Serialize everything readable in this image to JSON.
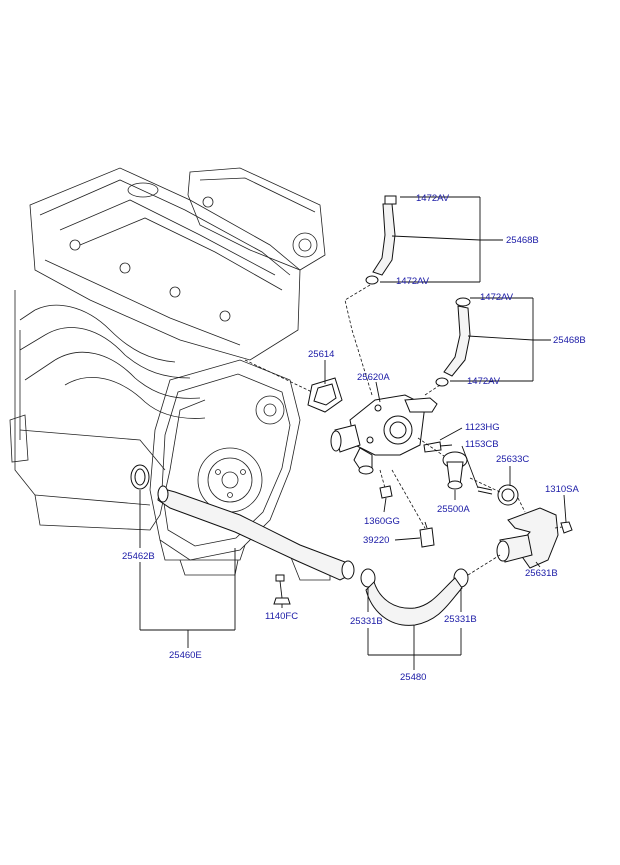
{
  "labels": {
    "l1472av_a": "1472AV",
    "l25468b_a": "25468B",
    "l1472av_b": "1472AV",
    "l1472av_c": "1472AV",
    "l25468b_b": "25468B",
    "l1472av_d": "1472AV",
    "l25614": "25614",
    "l25620a": "25620A",
    "l1123hg": "1123HG",
    "l1153cb": "1153CB",
    "l25633c": "25633C",
    "l1310sa": "1310SA",
    "l25500a": "25500A",
    "l1360gg": "1360GG",
    "l39220": "39220",
    "l25631b": "25631B",
    "l25462b": "25462B",
    "l1140fc": "1140FC",
    "l25331b_a": "25331B",
    "l25331b_b": "25331B",
    "l25460e": "25460E",
    "l25480": "25480"
  }
}
